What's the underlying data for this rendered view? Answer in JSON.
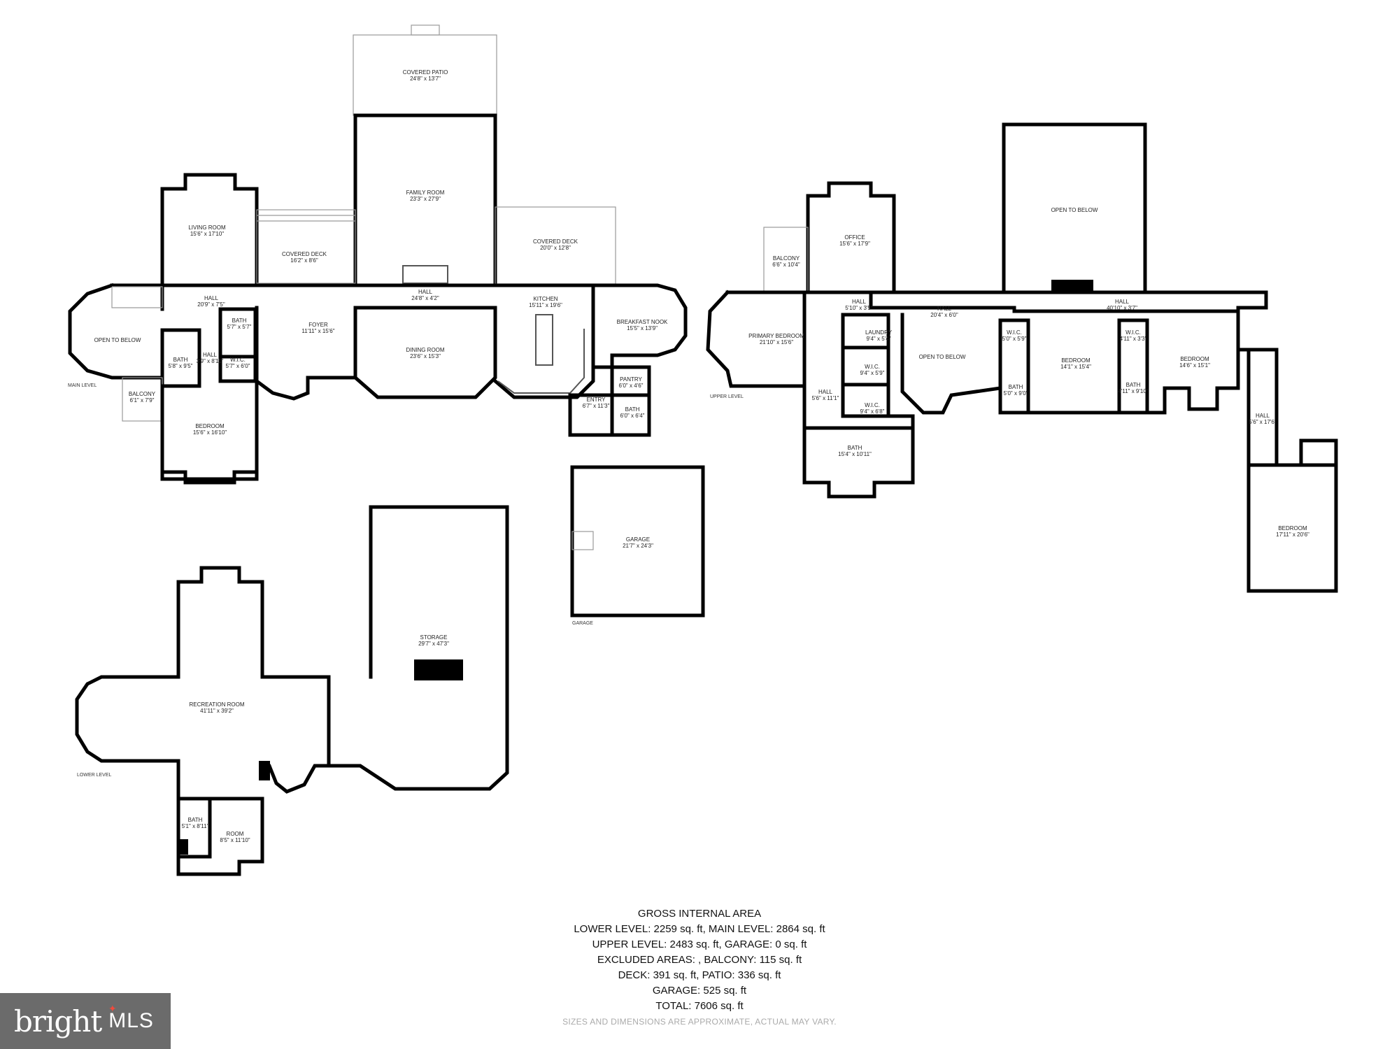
{
  "levels": {
    "main": "MAIN LEVEL",
    "upper": "UPPER LEVEL",
    "lower": "LOWER LEVEL",
    "garage": "GARAGE"
  },
  "rooms": {
    "covered_patio": {
      "name": "COVERED PATIO",
      "dim": "24'8\" x 13'7\""
    },
    "family_room": {
      "name": "FAMILY ROOM",
      "dim": "23'3\" x 27'9\""
    },
    "living_room": {
      "name": "LIVING ROOM",
      "dim": "15'6\" x 17'10\""
    },
    "covered_deck_1": {
      "name": "COVERED DECK",
      "dim": "16'2\" x 8'6\""
    },
    "covered_deck_2": {
      "name": "COVERED DECK",
      "dim": "20'0\" x 12'8\""
    },
    "hall_main_1": {
      "name": "HALL",
      "dim": "20'9\" x 7'5\""
    },
    "hall_main_2": {
      "name": "HALL",
      "dim": "24'8\" x 4'2\""
    },
    "kitchen": {
      "name": "KITCHEN",
      "dim": "15'11\" x 19'6\""
    },
    "breakfast_nook": {
      "name": "BREAKFAST NOOK",
      "dim": "15'5\" x 13'9\""
    },
    "open_below_main": {
      "name": "OPEN TO BELOW",
      "dim": ""
    },
    "bath_main_1": {
      "name": "BATH",
      "dim": "5'7\" x 5'7\""
    },
    "bath_main_2": {
      "name": "BATH",
      "dim": "5'8\" x 9'5\""
    },
    "hall_main_3": {
      "name": "HALL",
      "dim": "3'9\" x 8'11\""
    },
    "wic_main": {
      "name": "W.I.C.",
      "dim": "5'7\" x 6'0\""
    },
    "foyer": {
      "name": "FOYER",
      "dim": "11'11\" x 15'6\""
    },
    "dining_room": {
      "name": "DINING ROOM",
      "dim": "23'6\" x 15'3\""
    },
    "balcony_main": {
      "name": "BALCONY",
      "dim": "6'1\" x 7'9\""
    },
    "bedroom_main": {
      "name": "BEDROOM",
      "dim": "15'6\" x 16'10\""
    },
    "pantry": {
      "name": "PANTRY",
      "dim": "6'0\" x 4'6\""
    },
    "entry": {
      "name": "ENTRY",
      "dim": "6'7\" x 11'3\""
    },
    "bath_main_3": {
      "name": "BATH",
      "dim": "6'0\" x 6'4\""
    },
    "open_below_upper_1": {
      "name": "OPEN TO BELOW",
      "dim": ""
    },
    "office": {
      "name": "OFFICE",
      "dim": "15'6\" x 17'9\""
    },
    "balcony_upper": {
      "name": "BALCONY",
      "dim": "6'6\" x 10'4\""
    },
    "hall_upper_1": {
      "name": "HALL",
      "dim": "5'10\" x 3'5\""
    },
    "hall_upper_2": {
      "name": "HALL",
      "dim": "20'4\" x 6'0\""
    },
    "hall_upper_3": {
      "name": "HALL",
      "dim": "40'10\" x 3'7\""
    },
    "primary_bedroom": {
      "name": "PRIMARY BEDROOM",
      "dim": "21'10\" x 15'6\""
    },
    "laundry": {
      "name": "LAUNDRY",
      "dim": "9'4\" x 5'4\""
    },
    "wic_upper_1": {
      "name": "W.I.C.",
      "dim": "9'4\" x 5'9\""
    },
    "wic_upper_2": {
      "name": "W.I.C.",
      "dim": "9'4\" x 6'8\""
    },
    "hall_upper_4": {
      "name": "HALL",
      "dim": "5'6\" x 11'1\""
    },
    "open_below_upper_2": {
      "name": "OPEN TO BELOW",
      "dim": ""
    },
    "wic_upper_3": {
      "name": "W.I.C.",
      "dim": "5'0\" x 5'9\""
    },
    "bath_upper_1": {
      "name": "BATH",
      "dim": "5'0\" x 9'0\""
    },
    "bedroom_upper_1": {
      "name": "BEDROOM",
      "dim": "14'1\" x 15'4\""
    },
    "wic_upper_4": {
      "name": "W.I.C.",
      "dim": "4'11\" x 3'3\""
    },
    "bath_upper_2": {
      "name": "BATH",
      "dim": "4'11\" x 9'10\""
    },
    "bedroom_upper_2": {
      "name": "BEDROOM",
      "dim": "14'6\" x 15'1\""
    },
    "bath_upper_3": {
      "name": "BATH",
      "dim": "15'4\" x 10'11\""
    },
    "hall_upper_5": {
      "name": "HALL",
      "dim": "5'6\" x 17'6\""
    },
    "bedroom_upper_3": {
      "name": "BEDROOM",
      "dim": "17'11\" x 20'6\""
    },
    "garage": {
      "name": "GARAGE",
      "dim": "21'7\" x 24'3\""
    },
    "storage": {
      "name": "STORAGE",
      "dim": "29'7\" x 47'3\""
    },
    "recreation_room": {
      "name": "RECREATION ROOM",
      "dim": "41'11\" x 39'2\""
    },
    "bath_lower": {
      "name": "BATH",
      "dim": "5'1\" x 8'11\""
    },
    "room_lower": {
      "name": "ROOM",
      "dim": "8'5\" x 11'10\""
    }
  },
  "summary": {
    "title": "GROSS INTERNAL AREA",
    "line1": "LOWER LEVEL: 2259 sq. ft, MAIN LEVEL: 2864 sq. ft",
    "line2": "UPPER LEVEL: 2483 sq. ft, GARAGE: 0 sq. ft",
    "line3": "EXCLUDED AREAS: , BALCONY: 115 sq. ft",
    "line4": "DECK: 391 sq. ft, PATIO: 336 sq. ft",
    "line5": "GARAGE: 525 sq. ft",
    "line6": "TOTAL: 7606 sq. ft",
    "disclaimer": "SIZES AND DIMENSIONS ARE APPROXIMATE, ACTUAL MAY VARY."
  },
  "logo": {
    "brand": "bright",
    "suffix": "MLS"
  }
}
